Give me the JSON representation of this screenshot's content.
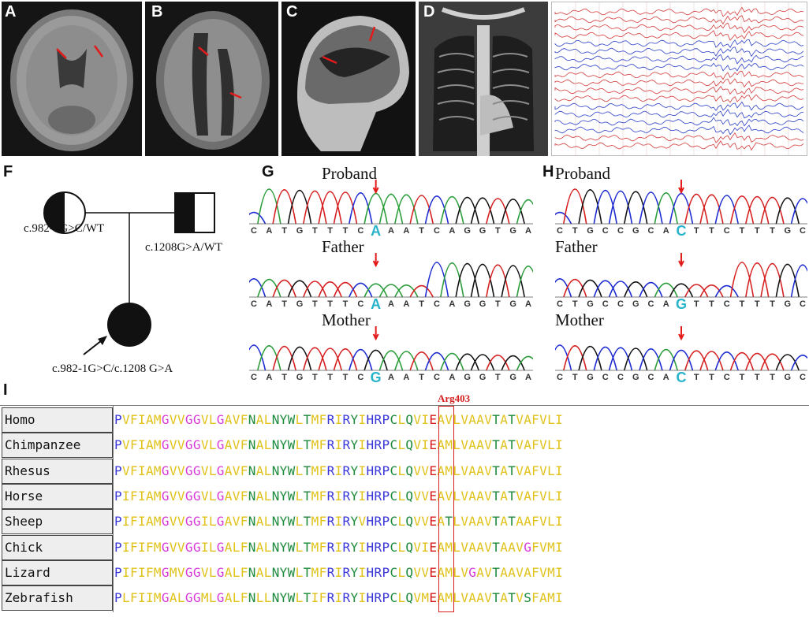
{
  "panels": {
    "a": "A",
    "b": "B",
    "c": "C",
    "d": "D",
    "f": "F",
    "g": "G",
    "h": "H",
    "i": "I"
  },
  "pedigree": {
    "mother_genotype": "c.982-1G>C/WT",
    "father_genotype": "c.1208G>A/WT",
    "proband_genotype": "c.982-1G>C/c.1208 G>A"
  },
  "panel_g": {
    "traces": [
      {
        "title": "Proband",
        "bases": [
          "C",
          "A",
          "T",
          "G",
          "T",
          "T",
          "T",
          "C",
          "A",
          "A",
          "A",
          "T",
          "C",
          "A",
          "G",
          "G",
          "T",
          "G",
          "A"
        ],
        "highlight": 8
      },
      {
        "title": "Father",
        "bases": [
          "C",
          "A",
          "T",
          "G",
          "T",
          "T",
          "T",
          "C",
          "A",
          "A",
          "A",
          "T",
          "C",
          "A",
          "G",
          "G",
          "T",
          "G",
          "A"
        ],
        "highlight": 8
      },
      {
        "title": "Mother",
        "bases": [
          "C",
          "A",
          "T",
          "G",
          "T",
          "T",
          "T",
          "C",
          "G",
          "A",
          "A",
          "T",
          "C",
          "A",
          "G",
          "G",
          "T",
          "G",
          "A"
        ],
        "highlight": 8
      }
    ]
  },
  "panel_h": {
    "traces": [
      {
        "title": "Proband",
        "bases": [
          "C",
          "T",
          "G",
          "C",
          "C",
          "G",
          "C",
          "A",
          "C",
          "T",
          "T",
          "C",
          "T",
          "T",
          "T",
          "G",
          "C"
        ],
        "highlight": 8
      },
      {
        "title": "Father",
        "bases": [
          "C",
          "T",
          "G",
          "C",
          "C",
          "G",
          "C",
          "A",
          "G",
          "T",
          "T",
          "C",
          "T",
          "T",
          "T",
          "G",
          "C"
        ],
        "highlight": 8
      },
      {
        "title": "Mother",
        "bases": [
          "C",
          "T",
          "G",
          "C",
          "C",
          "G",
          "C",
          "A",
          "C",
          "T",
          "T",
          "C",
          "T",
          "T",
          "T",
          "G",
          "C"
        ],
        "highlight": 8
      }
    ]
  },
  "alignment": {
    "marker_label": "Arg403",
    "rows": [
      {
        "species": "Homo",
        "seq": "PVFIAMGVVGGVLGAVFNALNYWLTMFRIRYIHRPCLQVIEAVLVAAVTATVAFVLI"
      },
      {
        "species": "Chimpanzee",
        "seq": "PVFIAMGVVGGVLGAVFNALNYWLTMFRIRYIHRPCLQVIEAMLVAAVTATVAFVLI"
      },
      {
        "species": "Rhesus",
        "seq": "PVFIAMGVVGGVLGAVFNALNYWLTMFRIRYIHRPCLQVVEAMLVAAVTATVAFVLI"
      },
      {
        "species": "Horse",
        "seq": "PIFIAMGVVGGVLGAVFNALNYWLTMFRIRYIHRPCLQVVEAVLVAAVTATVAFVLI"
      },
      {
        "species": "Sheep",
        "seq": "PIFIAMGVVGGILGAVFNALNYWLTMFRIRYVHRPCLQVVEATLVAAVTATAAFVLI"
      },
      {
        "species": "Chick",
        "seq": "PIFIFMGVVGGILGALFNALNYWLTMFRIRYIHRPCLQVIEAMLVAAVTAAVGFVMI"
      },
      {
        "species": "Lizard",
        "seq": "PIFIFMGMVGGVLGALFNALNYWLTMFRIRYIHRPCLQVVEAMLVGAVTAAVAFVMI"
      },
      {
        "species": "Zebrafish",
        "seq": "PLFIIMGALGGMLGALFNLLNYWLTIFRIRYIHRPCLQVMEAMLVAAVTATVSFAMI"
      }
    ]
  },
  "colors": {
    "base_A": "#2a9d3a",
    "base_C": "#1c2bd1",
    "base_G": "#111111",
    "base_T": "#d61f1f",
    "highlight_base": "#27b3c9",
    "arrow": "#e31b1b",
    "marker_box": "#d42020"
  }
}
